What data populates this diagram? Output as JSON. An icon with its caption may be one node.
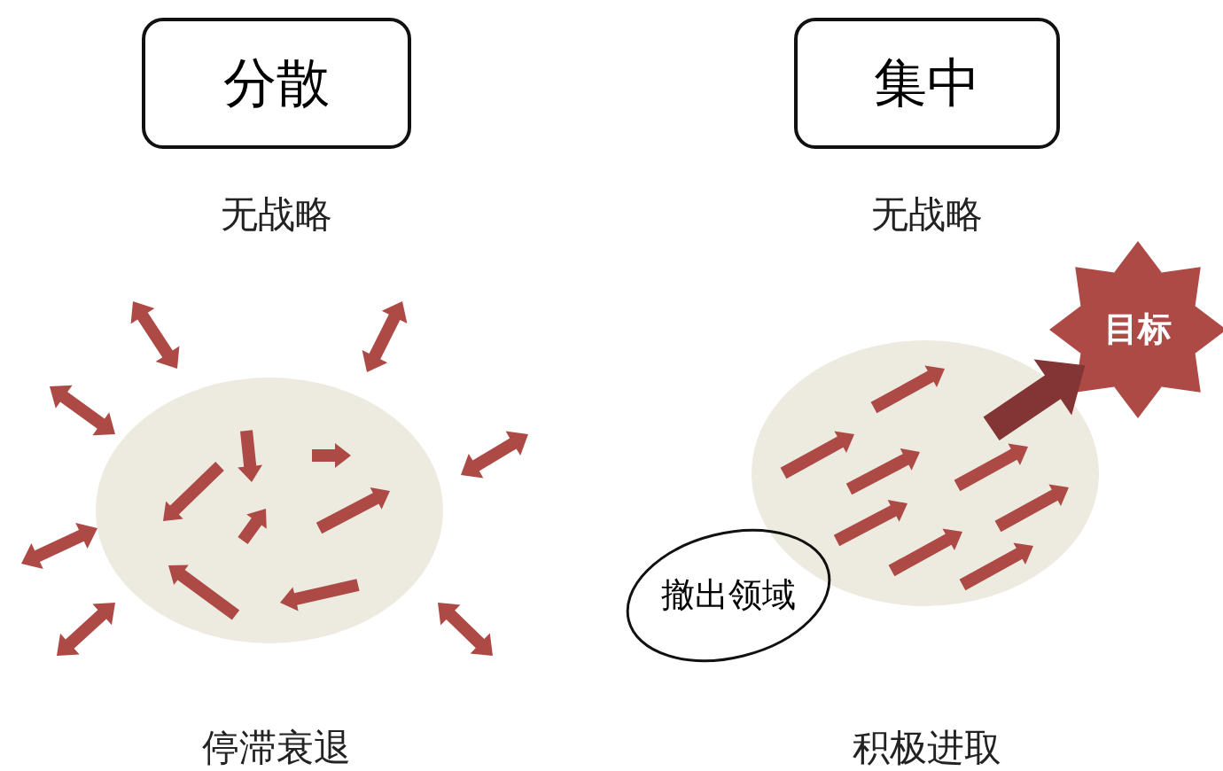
{
  "diagram": {
    "nodes": [
      {
        "text": [
          "分散"
        ]
      },
      {
        "text": [
          "集中"
        ]
      },
      {
        "text": [],
        "shape": "ellipse"
      },
      {
        "text": [],
        "shape": "ellipse"
      },
      {
        "text": [
          "目标"
        ]
      },
      {
        "text": [
          "撤出领域"
        ]
      }
    ],
    "edges": [
      {
        "from": 3,
        "to": 4,
        "arrow": "to",
        "style": "thick",
        "color": "#833535"
      }
    ],
    "labels": [
      "无战略",
      "无战略",
      "停滞衰退",
      "积极进取"
    ]
  }
}
